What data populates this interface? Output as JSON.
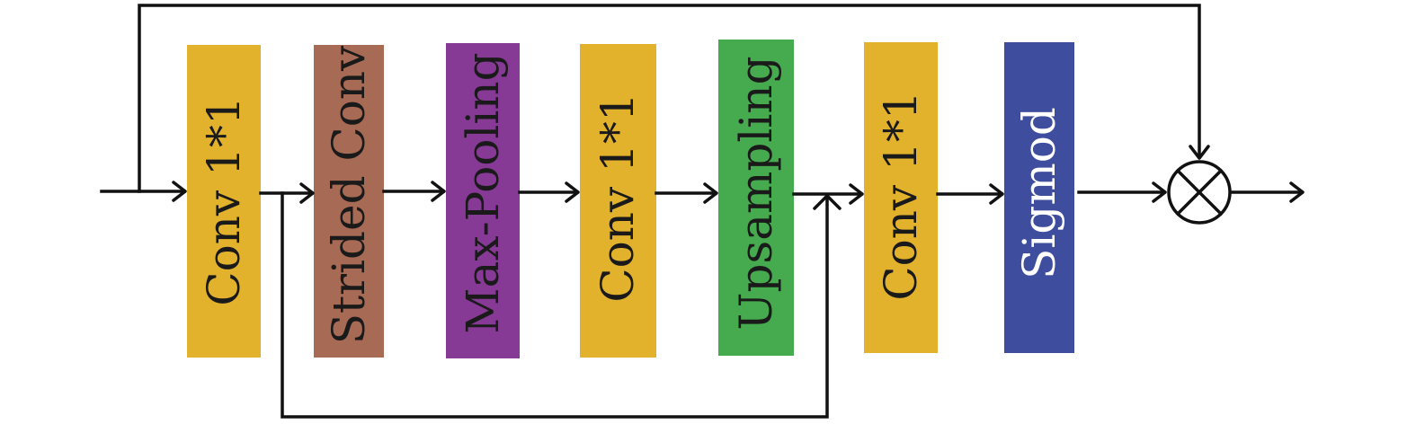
{
  "blocks": [
    {
      "label": "Conv 1*1",
      "color": "#e3b22c",
      "text_color": "#1a1a1a"
    },
    {
      "label": "Strided Conv",
      "color": "#a66a55",
      "text_color": "#1a1a1a"
    },
    {
      "label": "Max-Pooling",
      "color": "#873996",
      "text_color": "#1a1a1a"
    },
    {
      "label": "Conv 1*1",
      "color": "#e3b22c",
      "text_color": "#1a1a1a"
    },
    {
      "label": "Upsampling",
      "color": "#45ab4e",
      "text_color": "#1a1a1a"
    },
    {
      "label": "Conv 1*1",
      "color": "#e3b22c",
      "text_color": "#1a1a1a"
    },
    {
      "label": "Sigmod",
      "color": "#3f4d9e",
      "text_color": "#ffffff"
    }
  ],
  "operator": {
    "icon": "multiply-circle-icon",
    "symbol": "⊗"
  }
}
